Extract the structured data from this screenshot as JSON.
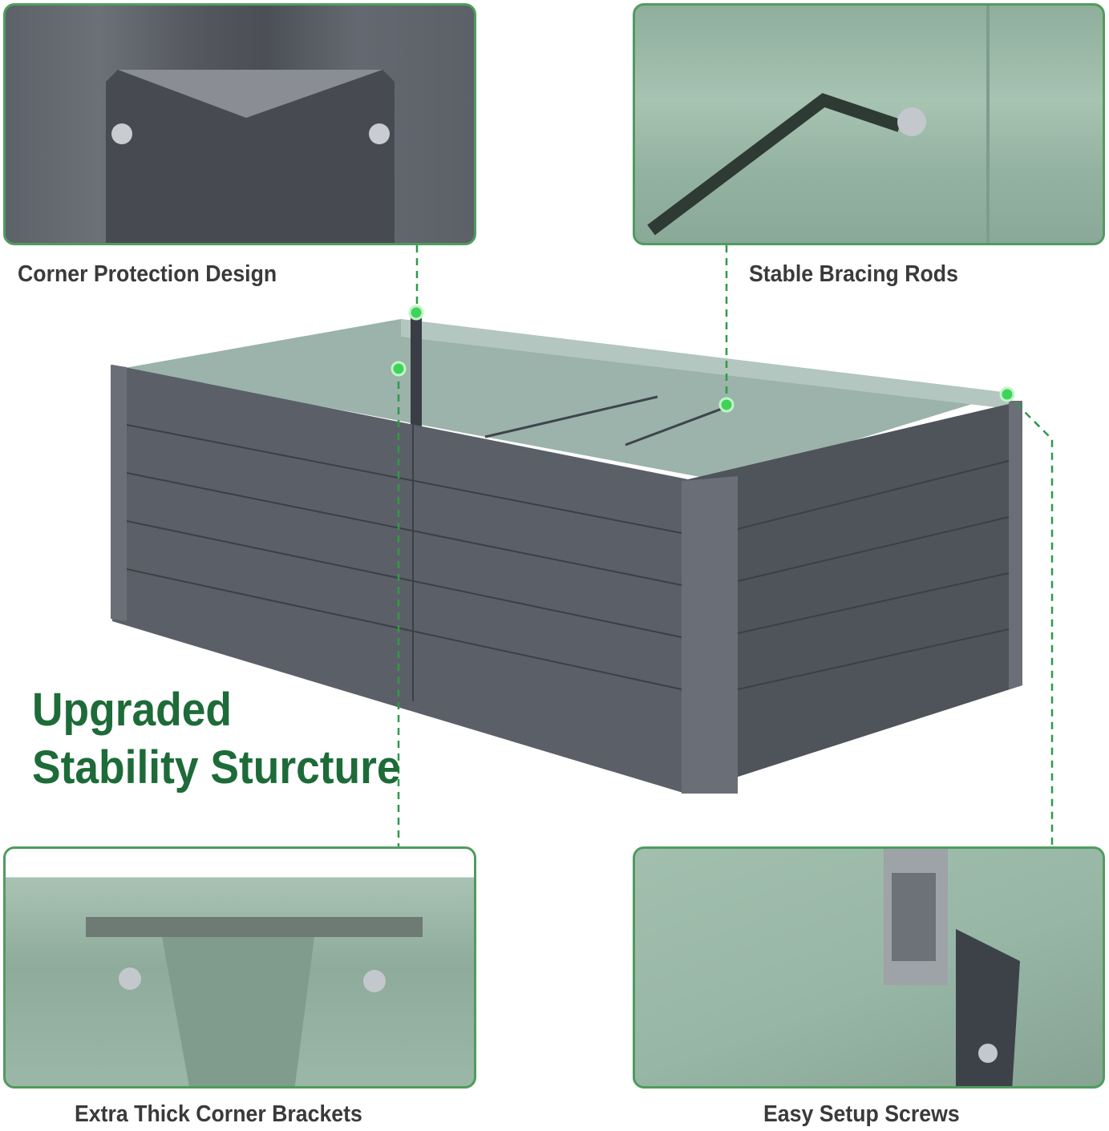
{
  "panels": [
    {
      "caption": "Corner Protection Design"
    },
    {
      "caption": "Stable Bracing Rods"
    },
    {
      "caption": "Extra Thick Corner Brackets"
    },
    {
      "caption": "Easy Setup Screws"
    }
  ],
  "headline": {
    "line1": "Upgraded",
    "line2": "Stability Sturcture"
  },
  "colors": {
    "accent_green": "#1d6b38",
    "border_green": "#4f9c5e",
    "metal_gray": "#5a5e66",
    "interior_green": "#9bb3aa"
  }
}
